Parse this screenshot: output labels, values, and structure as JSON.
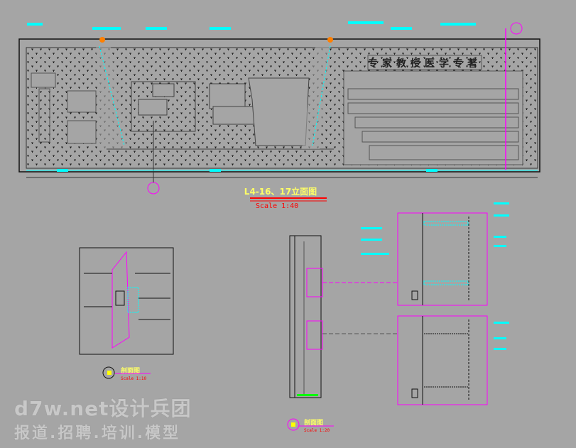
{
  "drawing": {
    "main_elevation": {
      "title": "L4-16、17立面图",
      "scale": "Scale    1:40",
      "sign_text": "专家教授医学专著"
    },
    "detail_left": {
      "title": "剖面图",
      "scale": "Scale    1:10"
    },
    "detail_bottom": {
      "title": "剖面图",
      "scale": "Scale    1:20"
    }
  },
  "watermark": {
    "line1": "d7w.net设计兵团",
    "line2": "报道.招聘.培训.模型"
  },
  "colors": {
    "background": "#a5a5a5",
    "cyan": "#00ffff",
    "magenta": "#ff00ff",
    "yellow": "#ffff66",
    "red": "#ff0000",
    "orange": "#ff8000"
  }
}
